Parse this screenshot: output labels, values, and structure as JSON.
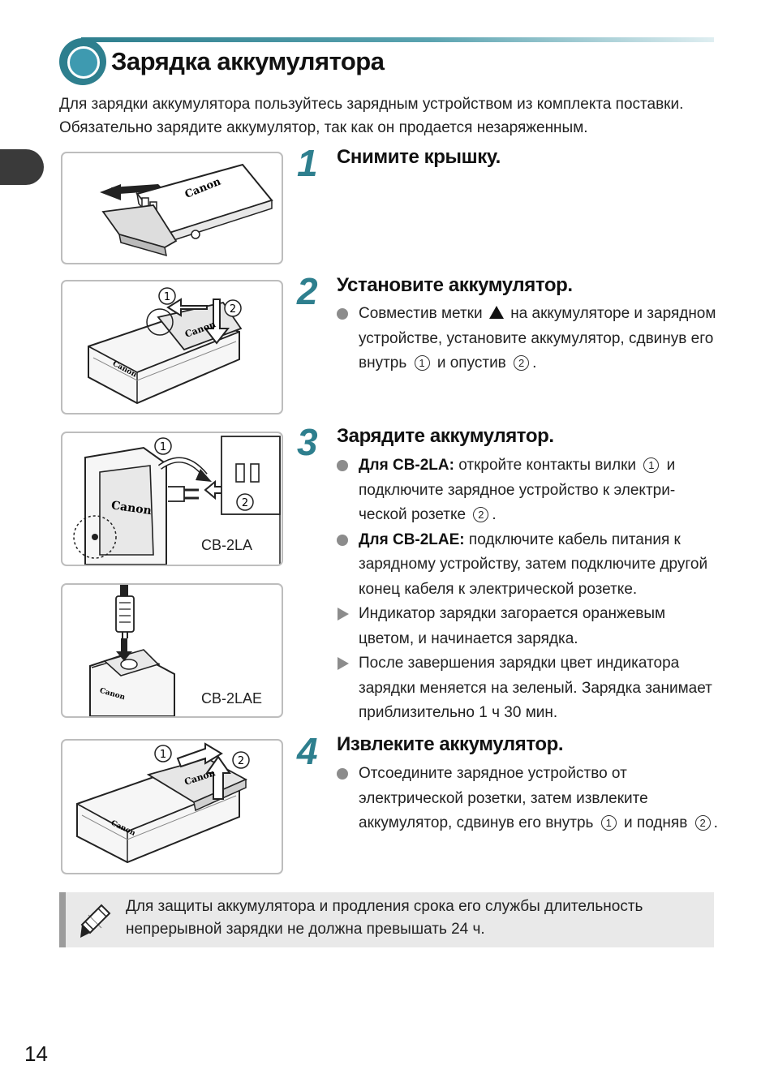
{
  "header": {
    "title": "Зарядка аккумулятора",
    "intro_line1": "Для зарядки аккумулятора пользуйтесь зарядным устройством из комплекта поставки.",
    "intro_line2": "Обязательно зарядите аккумулятор, так как он продается незаряженным."
  },
  "figures": {
    "canon_logo": "Canon",
    "marker_1": "1",
    "marker_2": "2",
    "label_cb2la": "CB-2LA",
    "label_cb2lae": "CB-2LAE"
  },
  "steps": [
    {
      "number": "1",
      "title": "Снимите крышку."
    },
    {
      "number": "2",
      "title": "Установите аккумулятор.",
      "items": [
        {
          "text_a": "Совместив метки",
          "text_b": "на аккумуляторе и зарядном устройстве, установите аккумулятор, сдвинув его внутрь",
          "c1": "1",
          "text_c": "и опустив",
          "c2": "2",
          "text_d": "."
        }
      ]
    },
    {
      "number": "3",
      "title": "Зарядите аккумулятор.",
      "items": [
        {
          "lead": "Для CB-2LA:",
          "text_a": "откройте контакты вилки",
          "c1": "1",
          "text_b": "и подключите зарядное устройство к электри-ческой розетке",
          "c2": "2",
          "text_c": "."
        },
        {
          "lead": "Для CB-2LAE:",
          "text": "подключите кабель питания к зарядному устройству, затем подключите другой конец кабеля к электрической розетке."
        },
        {
          "text": "Индикатор зарядки загорается оранжевым цветом, и начинается зарядка."
        },
        {
          "text": "После завершения зарядки цвет индикатора зарядки меняется на зеленый. Зарядка занимает приблизительно 1 ч 30 мин."
        }
      ]
    },
    {
      "number": "4",
      "title": "Извлеките аккумулятор.",
      "items": [
        {
          "text_a": "Отсоедините зарядное устройство от электрической розетки, затем извлеките аккумулятор, сдвинув его внутрь",
          "c1": "1",
          "text_b": "и подняв",
          "c2": "2",
          "text_c": "."
        }
      ]
    }
  ],
  "note": {
    "icon": "pencil-icon",
    "text": "Для защиты аккумулятора и продления срока его службы длительность непрерывной зарядки не должна превышать 24 ч."
  },
  "footer": {
    "page_number": "14"
  },
  "colors": {
    "accent": "#2e7f8e",
    "bullet": "#8c8c8c",
    "note_bg": "#e9e9e9"
  }
}
